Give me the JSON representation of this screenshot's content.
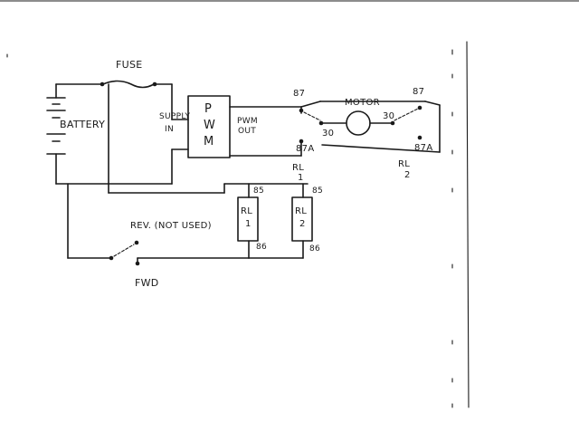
{
  "labels": {
    "fuse": "FUSE",
    "battery": "BATTERY",
    "supply_in_1": "SUPPLY",
    "supply_in_2": "IN",
    "pwm_p": "P",
    "pwm_w": "W",
    "pwm_m": "M",
    "pwm_out_1": "PWM",
    "pwm_out_2": "OUT",
    "motor": "MOTOR",
    "rl1_87": "87",
    "rl1_87a": "87A",
    "rl1_30": "30",
    "rl2_87": "87",
    "rl2_87a": "87A",
    "rl2_30": "30",
    "rl2_tag_top": "RL",
    "rl2_tag_bot": "2",
    "rl1_tag_top": "RL",
    "rl1_tag_bot": "1",
    "coil1_85": "85",
    "coil1_86": "86",
    "coil2_85": "85",
    "coil2_86": "86",
    "coil1_top": "RL",
    "coil1_bot": "1",
    "coil2_top": "RL",
    "coil2_bot": "2",
    "rev": "REV. (NOT USED)",
    "fwd": "FWD"
  }
}
